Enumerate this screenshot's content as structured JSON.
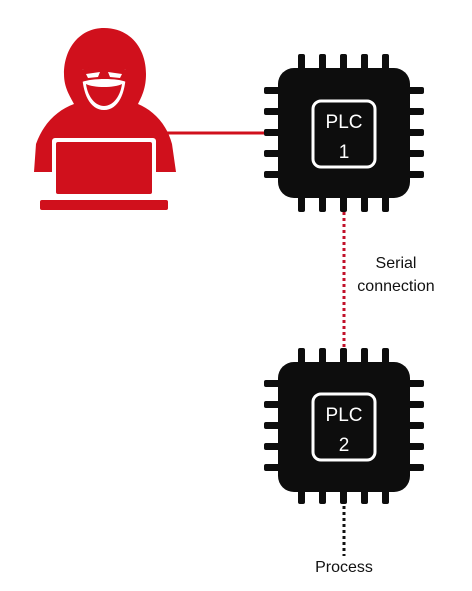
{
  "colors": {
    "attacker": "#d0101c",
    "chip": "#0d0d0d",
    "chip_border": "#ffffff",
    "serial_link": "#c2102a",
    "process_link": "#111111",
    "text": "#111111"
  },
  "attacker": {
    "icon": "hooded-hacker-with-laptop-icon"
  },
  "plc1": {
    "icon": "microchip-icon",
    "line1": "PLC",
    "line2": "1"
  },
  "plc2": {
    "icon": "microchip-icon",
    "line1": "PLC",
    "line2": "2"
  },
  "serial": {
    "label_line1": "Serial",
    "label_line2": "connection"
  },
  "process": {
    "label": "Process"
  }
}
